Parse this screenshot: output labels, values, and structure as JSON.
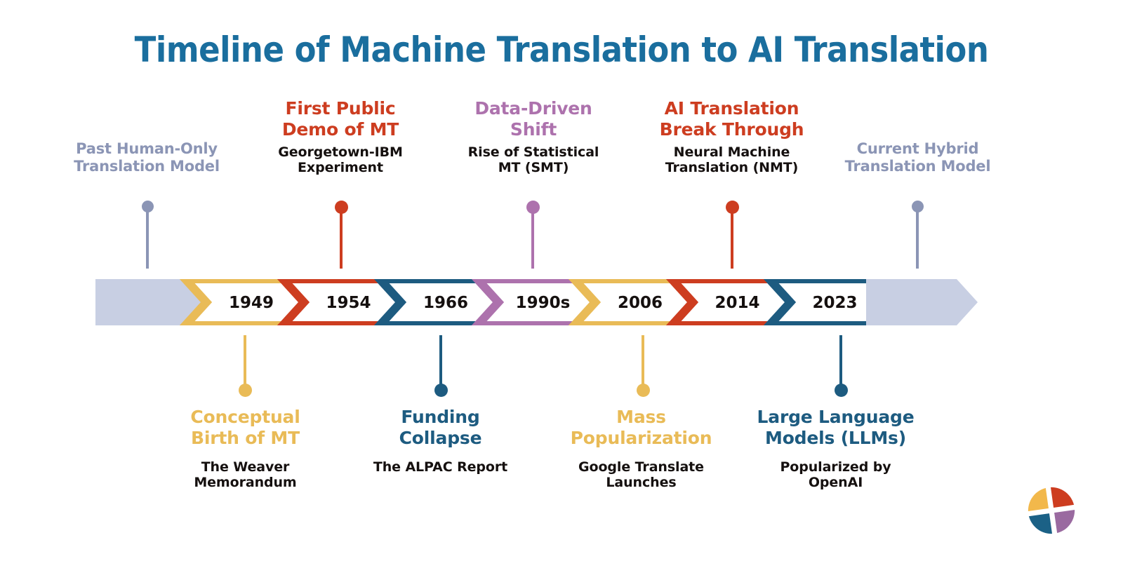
{
  "title": "Timeline of Machine Translation to AI Translation",
  "colors": {
    "title_blue": "#1a6e9e",
    "gold": "#e9bb57",
    "red": "#cd3d20",
    "blue": "#1d5b80",
    "purple": "#ad72ad",
    "muted": "#8b95b5",
    "band_muted_fill": "#c8cfe3",
    "body_black": "#15100f",
    "white": "#ffffff"
  },
  "timeline": {
    "segments": [
      {
        "name": "start-cap",
        "year": "",
        "color_key": "band_muted_fill",
        "style": "solid"
      },
      {
        "name": "segment-1949",
        "year": "1949",
        "color_key": "gold",
        "style": "outline"
      },
      {
        "name": "segment-1954",
        "year": "1954",
        "color_key": "red",
        "style": "outline"
      },
      {
        "name": "segment-1966",
        "year": "1966",
        "color_key": "blue",
        "style": "outline"
      },
      {
        "name": "segment-1990s",
        "year": "1990s",
        "color_key": "purple",
        "style": "outline"
      },
      {
        "name": "segment-2006",
        "year": "2006",
        "color_key": "gold",
        "style": "outline"
      },
      {
        "name": "segment-2014",
        "year": "2014",
        "color_key": "red",
        "style": "outline"
      },
      {
        "name": "segment-2023",
        "year": "2023",
        "color_key": "blue",
        "style": "outline"
      },
      {
        "name": "end-cap",
        "year": "",
        "color_key": "band_muted_fill",
        "style": "solid"
      }
    ]
  },
  "callouts_top": [
    {
      "id": "past-human-only",
      "head": "Past Human-Only\nTranslation Model",
      "head_lines": [
        "Past Human-Only",
        "Translation Model"
      ],
      "sub_lines": [],
      "color_key": "muted",
      "muted": true
    },
    {
      "id": "first-public-demo",
      "head_lines": [
        "First Public",
        "Demo of MT"
      ],
      "sub_lines": [
        "Georgetown-IBM",
        "Experiment"
      ],
      "color_key": "red",
      "muted": false
    },
    {
      "id": "data-driven-shift",
      "head_lines": [
        "Data-Driven",
        "Shift"
      ],
      "sub_lines": [
        "Rise of Statistical",
        "MT (SMT)"
      ],
      "color_key": "purple",
      "muted": false
    },
    {
      "id": "ai-translation-breakthrough",
      "head_lines": [
        "AI Translation",
        "Break Through"
      ],
      "sub_lines": [
        "Neural Machine",
        "Translation (NMT)"
      ],
      "color_key": "red",
      "muted": false
    },
    {
      "id": "current-hybrid",
      "head_lines": [
        "Current Hybrid",
        "Translation Model"
      ],
      "sub_lines": [],
      "color_key": "muted",
      "muted": true
    }
  ],
  "callouts_bottom": [
    {
      "id": "conceptual-birth",
      "head_lines": [
        "Conceptual",
        "Birth of MT"
      ],
      "sub_lines": [
        "The Weaver",
        "Memorandum"
      ],
      "color_key": "gold"
    },
    {
      "id": "funding-collapse",
      "head_lines": [
        "Funding",
        "Collapse"
      ],
      "sub_lines": [
        "The ALPAC Report"
      ],
      "color_key": "blue"
    },
    {
      "id": "mass-popularization",
      "head_lines": [
        "Mass",
        "Popularization"
      ],
      "sub_lines": [
        "Google Translate",
        "Launches"
      ],
      "color_key": "gold"
    },
    {
      "id": "large-language-models",
      "head_lines": [
        "Large Language",
        "Models (LLMs)"
      ],
      "sub_lines": [
        "Popularized by",
        "OpenAI"
      ],
      "color_key": "blue"
    }
  ],
  "logo": {
    "name": "four-quadrant-circle-logo",
    "quadrants": [
      {
        "position": "top-left",
        "color": "#f2b84b"
      },
      {
        "position": "top-right",
        "color": "#cd3d20"
      },
      {
        "position": "bottom-left",
        "color": "#1b6186"
      },
      {
        "position": "bottom-right",
        "color": "#9a6aa0"
      }
    ]
  }
}
